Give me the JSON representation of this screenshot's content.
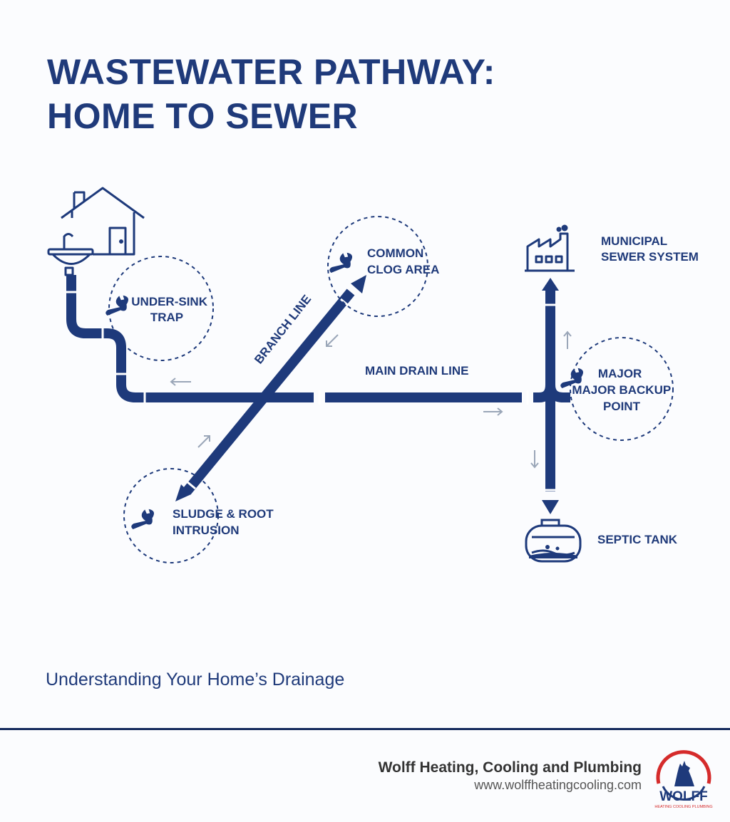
{
  "title": {
    "line1": "WASTEWATER PATHWAY:",
    "line2": "HOME TO SEWER"
  },
  "labels": {
    "under_sink": [
      "UNDER-SINK",
      "TRAP"
    ],
    "common_clog": [
      "COMMON",
      "CLOG AREA"
    ],
    "branch_line": "BRANCH LINE",
    "main_drain": "MAIN DRAIN LINE",
    "sludge": [
      "SLUDGE & ROOT",
      "INTRUSION"
    ],
    "municipal": [
      "MUNICIPAL",
      "SEWER SYSTEM"
    ],
    "major_backup": [
      "MAJOR",
      "MAJOR BACKUP",
      "POINT"
    ],
    "septic": "SEPTIC TANK"
  },
  "subtitle": "Understanding Your Home’s Drainage",
  "footer": {
    "company": "Wolff Heating, Cooling and Plumbing",
    "url": "www.wolffheatingcooling.com",
    "logo_text": "WOLFF",
    "logo_tagline": "HEATING COOLING PLUMBING"
  },
  "icons": [
    "house-icon",
    "sink-icon",
    "wrench-icon",
    "factory-icon",
    "septic-tank-icon",
    "flow-arrow-icon"
  ],
  "colors": {
    "pipe": "#1e3a7b",
    "text": "#1f3a7a",
    "accent_arrow": "#9aa6b8",
    "logo_red": "#d52b2b"
  }
}
